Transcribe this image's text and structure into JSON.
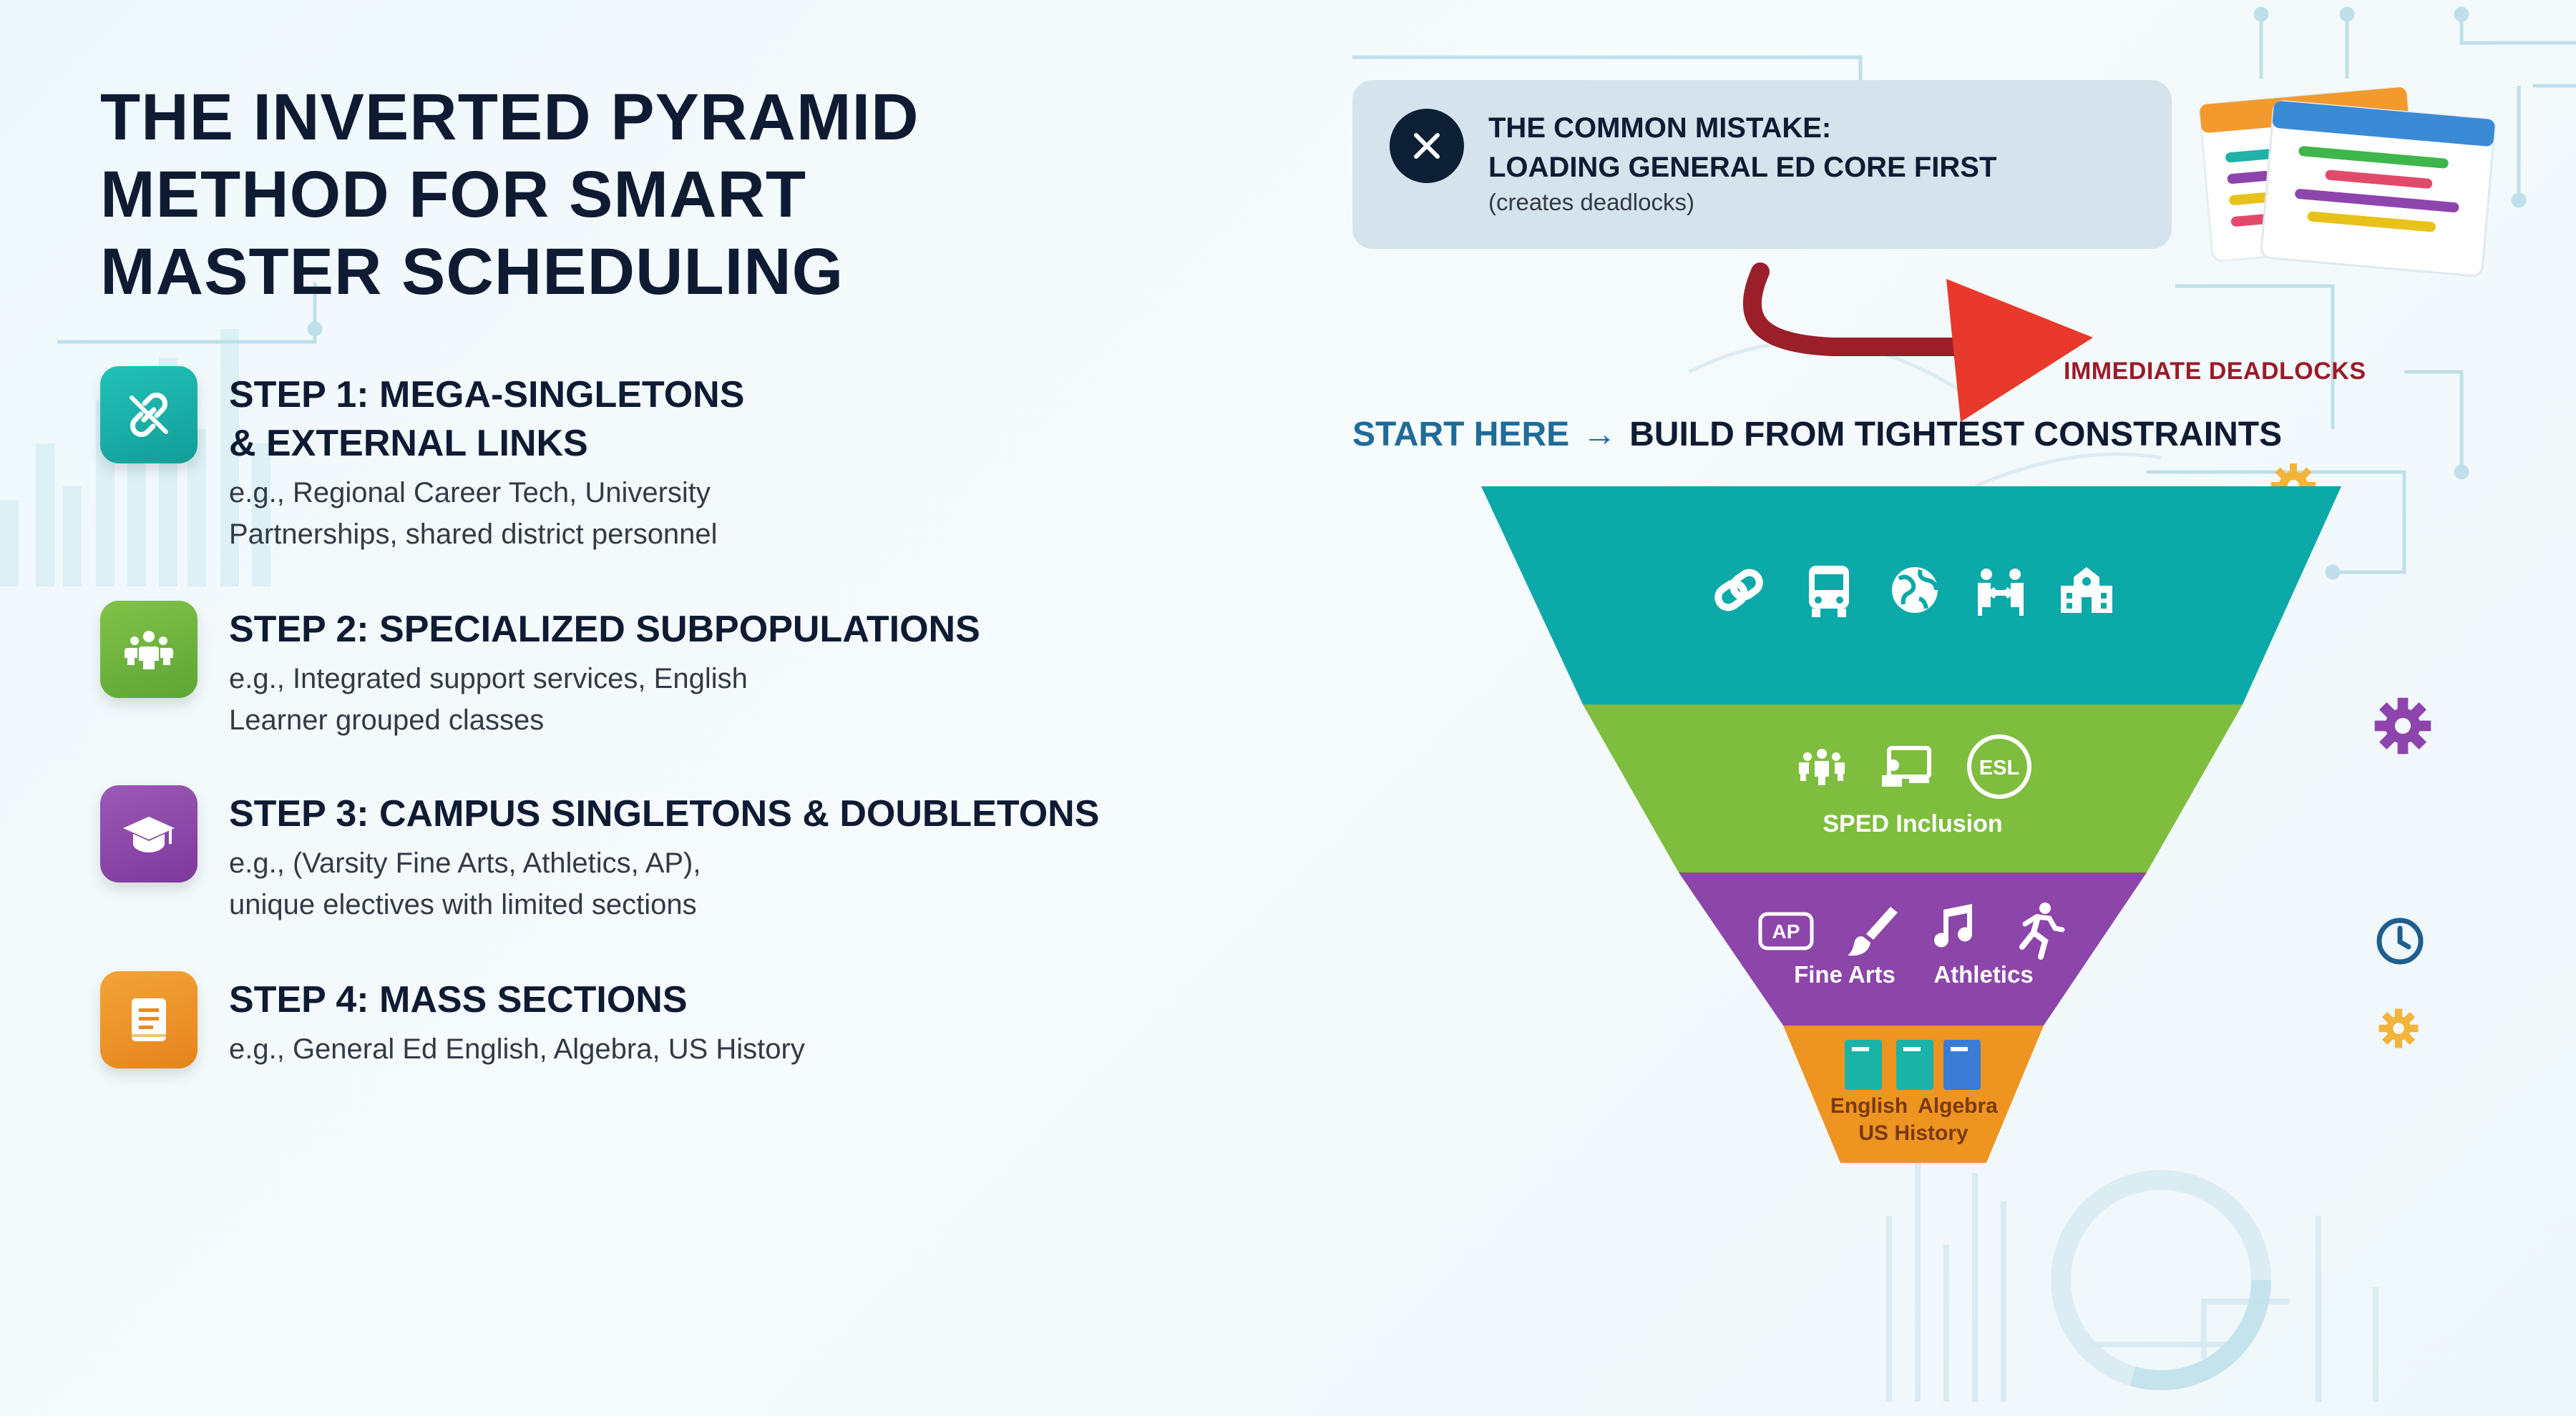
{
  "title": "THE INVERTED PYRAMID METHOD FOR SMART MASTER SCHEDULING",
  "steps": [
    {
      "title": "STEP 1: MEGA-SINGLETONS\n& EXTERNAL LINKS",
      "description": "e.g., Regional Career Tech, University\nPartnerships, shared district personnel",
      "icon": "link-off-icon",
      "color": "#1aaea6"
    },
    {
      "title": "STEP 2: SPECIALIZED SUBPOPULATIONS",
      "description": "e.g., Integrated support services, English\nLearner grouped classes",
      "icon": "group-icon",
      "color": "#6cb43c"
    },
    {
      "title": "STEP 3: CAMPUS SINGLETONS & DOUBLETONS",
      "description": "e.g., (Varsity Fine Arts, Athletics, AP),\nunique electives with limited sections",
      "icon": "graduation-cap-icon",
      "color": "#8e48aa"
    },
    {
      "title": "STEP 4: MASS SECTIONS",
      "description": "e.g., General Ed English, Algebra, US History",
      "icon": "book-icon",
      "color": "#ec8f23"
    }
  ],
  "mistake": {
    "title": "THE COMMON MISTAKE:\nLOADING GENERAL ED CORE FIRST",
    "subtitle": "(creates deadlocks)"
  },
  "deadlocks_label": "IMMEDIATE DEADLOCKS",
  "start_here": "START HERE",
  "start_arrow": "→",
  "build_label": "BUILD FROM TIGHTEST CONSTRAINTS",
  "funnel": {
    "tier1": {
      "icons": [
        "link-icon",
        "bus-icon",
        "globe-icon",
        "handshake-icon",
        "school-icon"
      ],
      "color": "#0ba9a8"
    },
    "tier2": {
      "icons": [
        "group-icon",
        "teacher-icon",
        "esl-icon"
      ],
      "esl_text": "ESL",
      "label": "SPED Inclusion",
      "color": "#7ebd3e"
    },
    "tier3": {
      "icons": [
        "ap-icon",
        "paintbrush-icon",
        "music-icon",
        "runner-icon"
      ],
      "ap_text": "AP",
      "labels": [
        "Fine Arts",
        "Athletics"
      ],
      "color": "#8c45a8"
    },
    "tier4": {
      "icons": [
        "book-icon",
        "book-icon",
        "book-icon"
      ],
      "labels": [
        "English",
        "Algebra",
        "US History"
      ],
      "color": "#ee9421"
    }
  },
  "colors": {
    "navy": "#0f1b33",
    "blue_accent": "#1f6b99",
    "deadlock_red": "#9b1b2a",
    "arrow_red": "#e8392c",
    "curve_red": "#9b1f2a"
  }
}
